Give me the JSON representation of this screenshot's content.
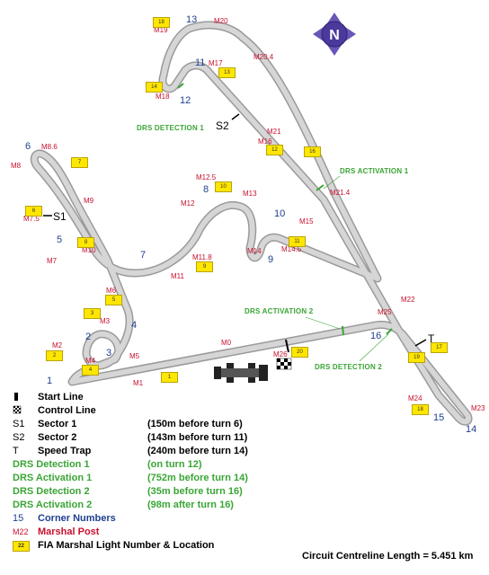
{
  "track": {
    "colors": {
      "track": "#c8c8c8",
      "edge": "#9a9a9a",
      "post": "#c8102e",
      "corner": "#1f3f8f",
      "drs": "#3aa535",
      "flag": "#ffe600"
    }
  },
  "compass": {
    "letter": "N"
  },
  "corners": [
    "1",
    "2",
    "3",
    "4",
    "5",
    "6",
    "7",
    "8",
    "9",
    "10",
    "11",
    "12",
    "13",
    "14",
    "15",
    "16"
  ],
  "posts": [
    "M0",
    "M1",
    "M2",
    "M3",
    "M4",
    "M5",
    "M6",
    "M7",
    "M7.5",
    "M8",
    "M8.6",
    "M9",
    "M10",
    "M11",
    "M11.8",
    "M12",
    "M12.5",
    "M13",
    "M14",
    "M14.5",
    "M15",
    "M16",
    "M17",
    "M18",
    "M19",
    "M20",
    "M20.4",
    "M21",
    "M21.4",
    "M22",
    "M23",
    "M24",
    "M25",
    "M26"
  ],
  "flags": [
    "1",
    "2",
    "3",
    "4",
    "5",
    "6",
    "7",
    "8",
    "9",
    "10",
    "11",
    "12",
    "13",
    "14",
    "16",
    "17",
    "18",
    "19",
    "20"
  ],
  "sectors": {
    "s1": "S1",
    "s2": "S2",
    "trap": "T"
  },
  "drs_labels": {
    "detection1": "DRS DETECTION 1",
    "activation1": "DRS ACTIVATION 1",
    "activation2": "DRS ACTIVATION 2",
    "detection2": "DRS DETECTION 2"
  },
  "legend": {
    "start_line": "Start Line",
    "control_line": "Control Line",
    "s1_key": "S1",
    "s1_label": "Sector 1",
    "s1_desc": "(150m before turn 6)",
    "s2_key": "S2",
    "s2_label": "Sector 2",
    "s2_desc": "(143m before turn 11)",
    "t_key": "T",
    "t_label": "Speed Trap",
    "t_desc": "(240m before turn 14)",
    "d1_label": "DRS Detection 1",
    "d1_desc": "(on turn 12)",
    "a1_label": "DRS Activation 1",
    "a1_desc": "(752m before turn 14)",
    "d2_label": "DRS Detection 2",
    "d2_desc": "(35m before turn 16)",
    "a2_label": "DRS Activation 2",
    "a2_desc": "(98m after turn 16)",
    "corner_key": "15",
    "corner_label": "Corner Numbers",
    "post_key": "M22",
    "post_label": "Marshal Post",
    "flag_key": "22",
    "flag_label": "FIA Marshal Light Number & Location"
  },
  "footer": "Circuit Centreline Length = 5.451 km"
}
